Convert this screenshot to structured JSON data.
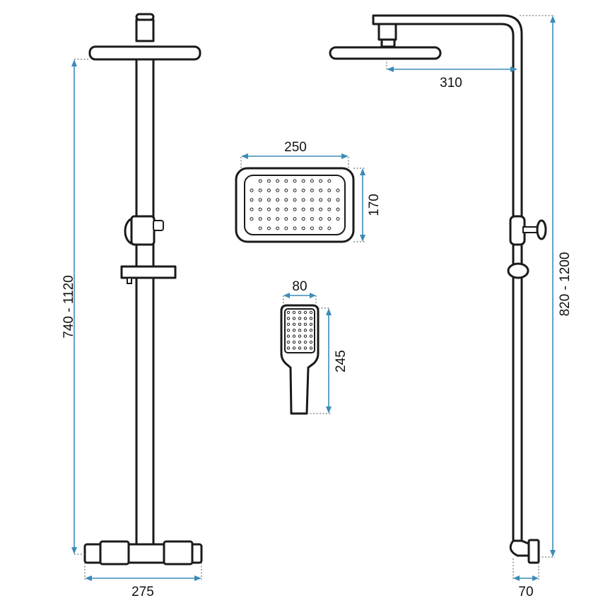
{
  "dimensions": {
    "width_base": "275",
    "height_left": "740 - 1120",
    "overhead_arm": "310",
    "head_width": "250",
    "head_height": "170",
    "hand_width": "80",
    "hand_length": "245",
    "height_right": "820 - 1200",
    "wall_offset": "70"
  },
  "colors": {
    "dimension_line": "#3c8bb8",
    "outline": "#1a1a1a"
  }
}
